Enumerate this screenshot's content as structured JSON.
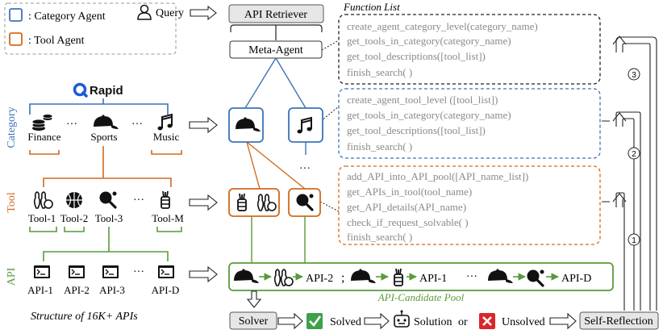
{
  "legend": {
    "category_agent": ": Category Agent",
    "tool_agent": ": Tool Agent"
  },
  "query_label": "Query",
  "api_retriever": "API Retriever",
  "meta_agent": "Meta-Agent",
  "function_list_title": "Function List",
  "meta_functions": [
    "create_agent_category_level(category_name)",
    "get_tools_in_category(category_name)",
    "get_tool_descriptions([tool_list])",
    "finish_search( )"
  ],
  "category_functions": [
    "create_agent_tool_level ([tool_list])",
    "get_tools_in_category(category_name)",
    "get_tool_descriptions([tool_list])",
    "finish_search( )"
  ],
  "tool_functions": [
    "add_API_into_API_pool([API_name_list])",
    "get_APIs_in_tool(tool_name)",
    "get_API_details(API_name)",
    "check_if_request_solvable( )",
    "finish_search( )"
  ],
  "rapid_logo": "Rapid",
  "row_labels": {
    "category": "Category",
    "tool": "Tool",
    "api": "API"
  },
  "categories": [
    "Finance",
    "Sports",
    "Music"
  ],
  "tools": [
    "Tool-1",
    "Tool-2",
    "Tool-3",
    "Tool-M"
  ],
  "apis": [
    "API-1",
    "API-2",
    "API-3",
    "API-D"
  ],
  "ellipsis": "···",
  "pool": {
    "api_2": "API-2",
    "semicolon": ";",
    "api_1": "API-1",
    "api_d": "API-D",
    "label": "API-Candidate Pool"
  },
  "structure_caption": "Structure of 16K+ APIs",
  "bottom": {
    "solver": "Solver",
    "solved": "Solved",
    "solution": "Solution",
    "or": "or",
    "unsolved": "Unsolved",
    "self_reflection": "Self-Reflection"
  },
  "loop_numbers": [
    "3",
    "2",
    "1"
  ],
  "colors": {
    "category_blue": "#3b73b9",
    "tool_orange": "#d2691e",
    "api_green": "#5a9a3c",
    "function_gray": "#8a8a8a"
  },
  "icons": [
    "person-icon",
    "coins-icon",
    "cap-icon",
    "music-note-icon",
    "bowling-icon",
    "basketball-icon",
    "ping-pong-icon",
    "golf-bag-icon",
    "terminal-icon",
    "robot-icon",
    "check-icon",
    "cross-icon"
  ]
}
